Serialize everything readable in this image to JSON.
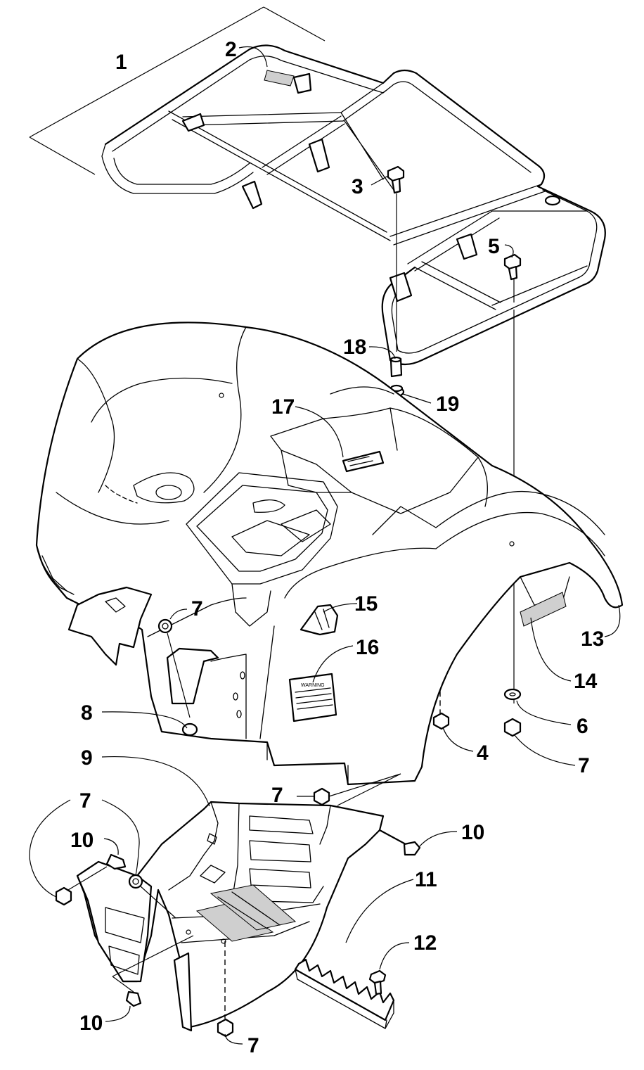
{
  "callouts": [
    {
      "id": "1",
      "label": "1"
    },
    {
      "id": "2",
      "label": "2"
    },
    {
      "id": "3",
      "label": "3"
    },
    {
      "id": "4",
      "label": "4"
    },
    {
      "id": "5",
      "label": "5"
    },
    {
      "id": "6",
      "label": "6"
    },
    {
      "id": "7a",
      "label": "7"
    },
    {
      "id": "7b",
      "label": "7"
    },
    {
      "id": "7c",
      "label": "7"
    },
    {
      "id": "7d",
      "label": "7"
    },
    {
      "id": "7e",
      "label": "7"
    },
    {
      "id": "8",
      "label": "8"
    },
    {
      "id": "9",
      "label": "9"
    },
    {
      "id": "10a",
      "label": "10"
    },
    {
      "id": "10b",
      "label": "10"
    },
    {
      "id": "10c",
      "label": "10"
    },
    {
      "id": "11",
      "label": "11"
    },
    {
      "id": "12",
      "label": "12"
    },
    {
      "id": "13",
      "label": "13"
    },
    {
      "id": "14",
      "label": "14"
    },
    {
      "id": "15",
      "label": "15"
    },
    {
      "id": "16",
      "label": "16"
    },
    {
      "id": "17",
      "label": "17"
    },
    {
      "id": "18",
      "label": "18"
    },
    {
      "id": "19",
      "label": "19"
    }
  ],
  "warning_decal": {
    "heading": "WARNING"
  }
}
